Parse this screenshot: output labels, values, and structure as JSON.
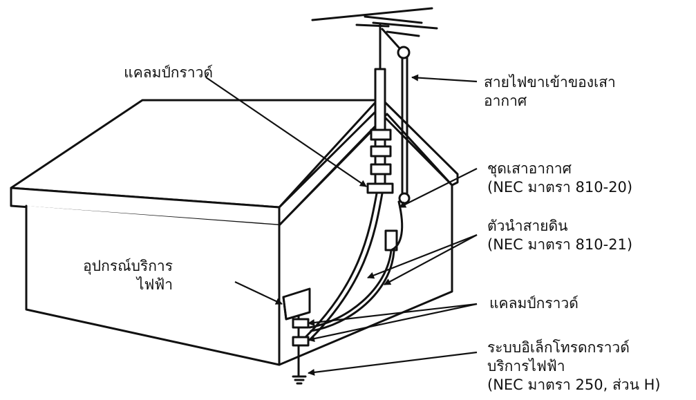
{
  "colors": {
    "ink": "#111111",
    "paper": "#ffffff"
  },
  "labels": {
    "ground_clamp_top": "แคลมป์กราวด์",
    "lead_in_wire": [
      "สายไฟขาเข้าของเสา",
      "อากาศ"
    ],
    "antenna_mast": [
      "ชุดเสาอากาศ",
      "(NEC มาตรา 810-20)"
    ],
    "grounding_conductor": [
      "ตัวนำสายดิน",
      "(NEC มาตรา 810-21)"
    ],
    "service_equipment": [
      "อุปกรณ์บริการ",
      "ไฟฟ้า"
    ],
    "ground_clamps_bottom": "แคลมป์กราวด์",
    "electrode_system": [
      "ระบบอิเล็กโทรดกราวด์",
      "บริการไฟฟ้า",
      "(NEC มาตรา 250, ส่วน H)"
    ]
  }
}
